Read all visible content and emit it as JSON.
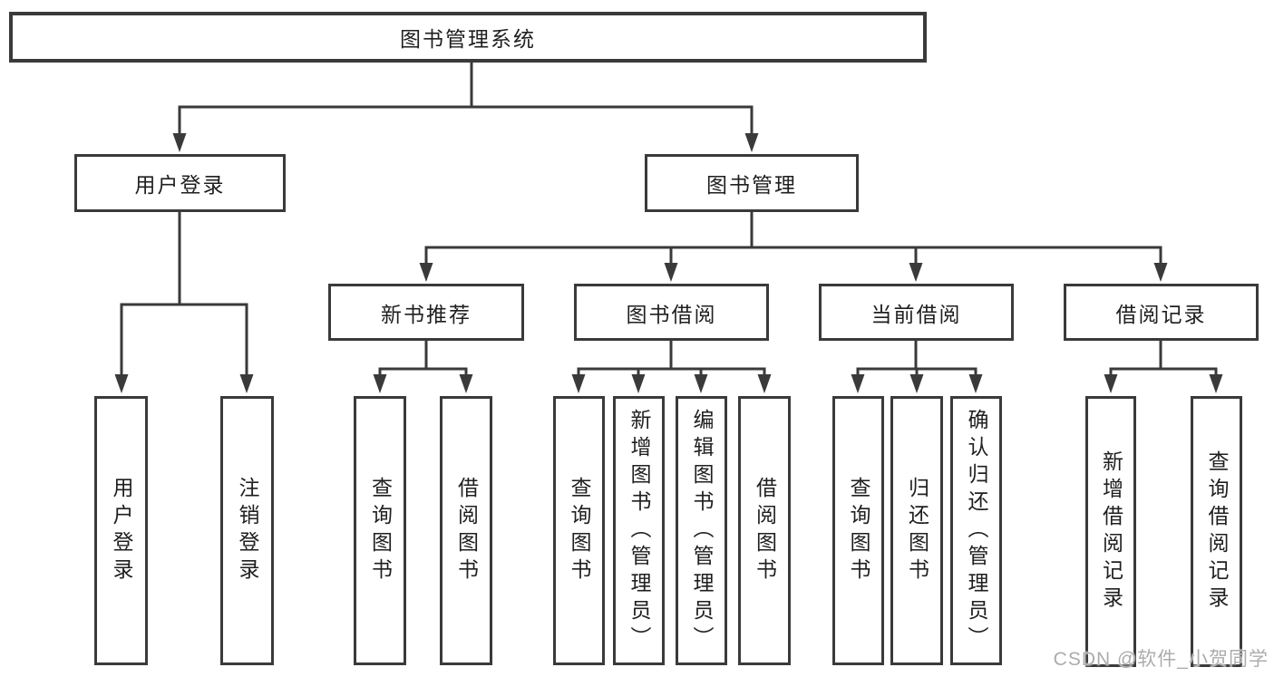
{
  "colors": {
    "line": "#3a3a3a",
    "text": "#1f1f1f",
    "background": "#ffffff",
    "watermark": "#a5a5a5"
  },
  "diagram": {
    "root": {
      "label": "图书管理系统"
    },
    "user_login": {
      "label": "用户登录",
      "children": [
        "用户登录",
        "注销登录"
      ]
    },
    "book_management": {
      "label": "图书管理"
    },
    "new_book_rec": {
      "label": "新书推荐",
      "children": [
        "查询图书",
        "借阅图书"
      ]
    },
    "book_borrow": {
      "label": "图书借阅",
      "children": [
        "查询图书",
        "新增图书（管理员）",
        "编辑图书（管理员）",
        "借阅图书"
      ]
    },
    "current_borrow": {
      "label": "当前借阅",
      "children": [
        "查询图书",
        "归还图书",
        "确认归还（管理员）"
      ]
    },
    "borrow_records": {
      "label": "借阅记录",
      "children": [
        "新增借阅记录",
        "查询借阅记录"
      ]
    }
  },
  "watermark": {
    "text": "CSDN @软件_小贺同学"
  }
}
